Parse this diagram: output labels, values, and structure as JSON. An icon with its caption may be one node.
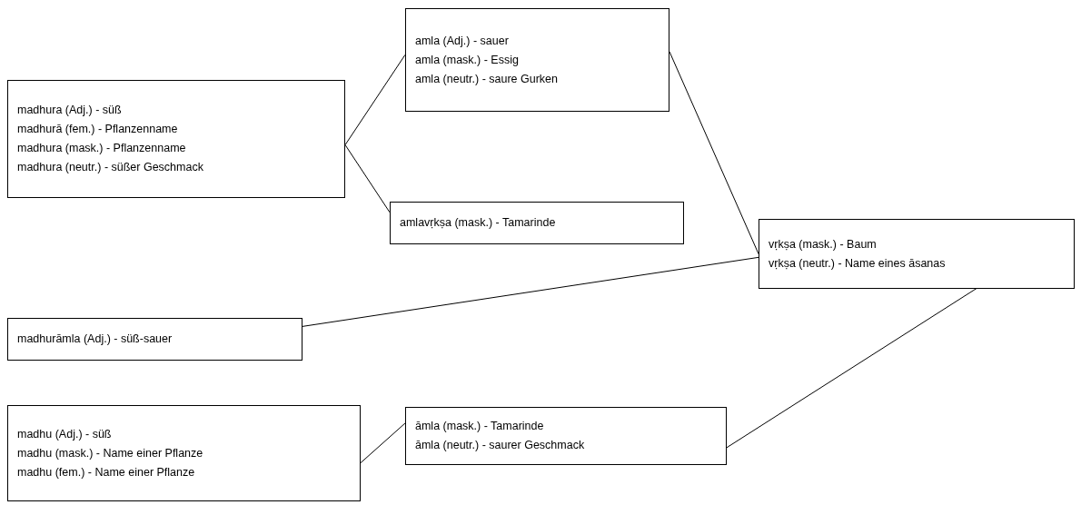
{
  "diagram": {
    "nodes": [
      {
        "text": [
          "madhura (Adj.) - süß",
          "madhurā (fem.) - Pflanzenname",
          "madhura (mask.) - Pflanzenname",
          "madhura (neutr.) - süßer Geschmack"
        ]
      },
      {
        "text": [
          "amla (Adj.) - sauer",
          "amla (mask.) - Essig",
          "amla (neutr.) - saure Gurken"
        ]
      },
      {
        "text": [
          "amlavṛkṣa (mask.) - Tamarinde"
        ]
      },
      {
        "text": [
          "vṛkṣa (mask.) - Baum",
          "vṛkṣa (neutr.) - Name eines āsanas"
        ]
      },
      {
        "text": [
          "madhurāmla (Adj.) - süß-sauer"
        ]
      },
      {
        "text": [
          "madhu (Adj.) - süß",
          "madhu (mask.) - Name einer Pflanze",
          "madhu (fem.) - Name einer Pflanze"
        ]
      },
      {
        "text": [
          "āmla (mask.) - Tamarinde",
          "āmla (neutr.) - saurer Geschmack"
        ]
      }
    ],
    "edges": [
      {
        "from": 0,
        "to": 1,
        "arrow": "none"
      },
      {
        "from": 0,
        "to": 2,
        "arrow": "none"
      },
      {
        "from": 1,
        "to": 3,
        "arrow": "none"
      },
      {
        "from": 4,
        "to": 3,
        "arrow": "none"
      },
      {
        "from": 5,
        "to": 6,
        "arrow": "none"
      },
      {
        "from": 6,
        "to": 3,
        "arrow": "none"
      }
    ]
  }
}
